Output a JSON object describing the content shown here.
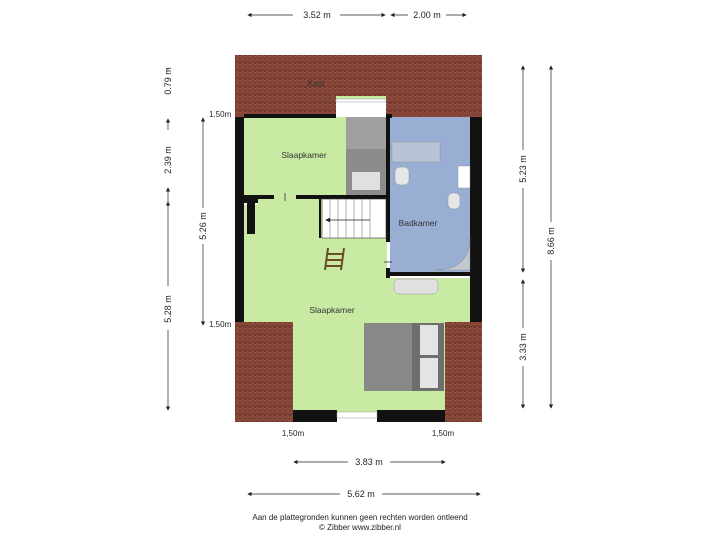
{
  "dimensions": {
    "top_left": "3.52 m",
    "top_right": "2.00 m",
    "left_top": "0.79 m",
    "left_mid": "2.39 m",
    "left_inner": "5.26 m",
    "left_bottom": "5.28 m",
    "right_upper": "5.23 m",
    "right_lower": "3.33 m",
    "right_total": "8.66 m",
    "bottom_inner": "3.83 m",
    "bottom_total": "5.62 m",
    "height_upper": "1.50m",
    "height_lower": "1.50m",
    "height_bottom_left": "1,50m",
    "height_bottom_right": "1,50m"
  },
  "rooms": {
    "kast": "Kast",
    "slaapkamer_top": "Slaapkamer",
    "badkamer": "Badkamer",
    "slaapkamer_main": "Slaapkamer"
  },
  "colors": {
    "bedroom": "#c8eaa3",
    "bathroom": "#98aed3",
    "roof": "#8b4a3c",
    "wall": "#111111"
  },
  "footer": {
    "disclaimer": "Aan de plattegronden kunnen geen rechten worden ontleend",
    "copyright": "© Zibber www.zibber.nl"
  }
}
